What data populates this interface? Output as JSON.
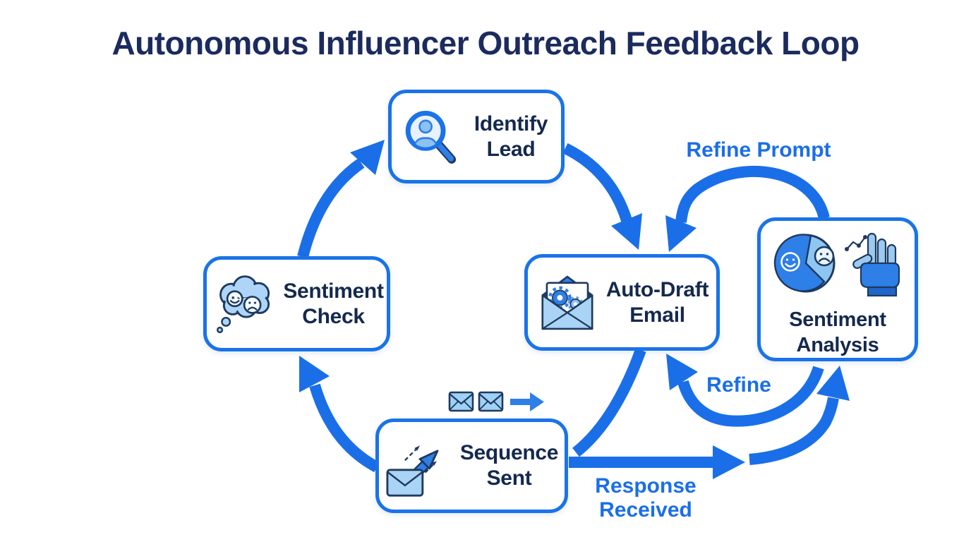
{
  "title": "Autonomous Influencer Outreach Feedback Loop",
  "colors": {
    "arrow_blue": "#1a6fe8",
    "box_border_blue": "#1a73e8",
    "label_navy": "#15294e",
    "title_navy": "#1b2b5e",
    "icon_light_blue": "#a9d4f5",
    "icon_mid_blue": "#2e7fe8"
  },
  "nodes": {
    "identify_lead": {
      "label_line1": "Identify",
      "label_line2": "Lead",
      "icon": "magnifier-person-icon"
    },
    "sentiment_check": {
      "label_line1": "Sentiment",
      "label_line2": "Check",
      "icon": "thought-bubble-faces-icon"
    },
    "auto_draft_email": {
      "label_line1": "Auto-Draft",
      "label_line2": "Email",
      "icon": "envelope-gears-icon"
    },
    "sentiment_analysis": {
      "label_line1": "Sentiment",
      "label_line2": "Analysis",
      "icon": "pie-chart-robot-hand-icon"
    },
    "sequence_sent": {
      "label_line1": "Sequence",
      "label_line2": "Sent",
      "icon": "envelope-send-arrow-icon"
    }
  },
  "edge_labels": {
    "refine_prompt": "Refine Prompt",
    "refine": "Refine",
    "response_received_line1": "Response",
    "response_received_line2": "Received"
  }
}
